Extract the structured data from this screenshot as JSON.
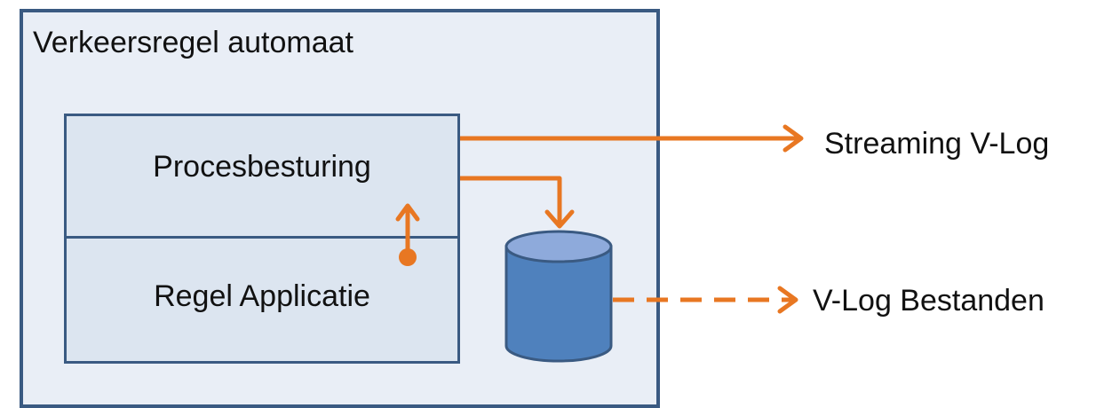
{
  "diagram": {
    "container_label": "Verkeersregel automaat",
    "layers": [
      {
        "label": "Procesbesturing"
      },
      {
        "label": "Regel Applicatie"
      }
    ],
    "outputs": {
      "streaming_label": "Streaming V-Log",
      "files_label": "V-Log Bestanden"
    },
    "colors": {
      "outer_fill": "#e9eef6",
      "inner_fill": "#dce5f0",
      "border": "#3a5a82",
      "arrow": "#e87722",
      "cylinder_body": "#4f81bd",
      "cylinder_top": "#8eaadb"
    }
  }
}
